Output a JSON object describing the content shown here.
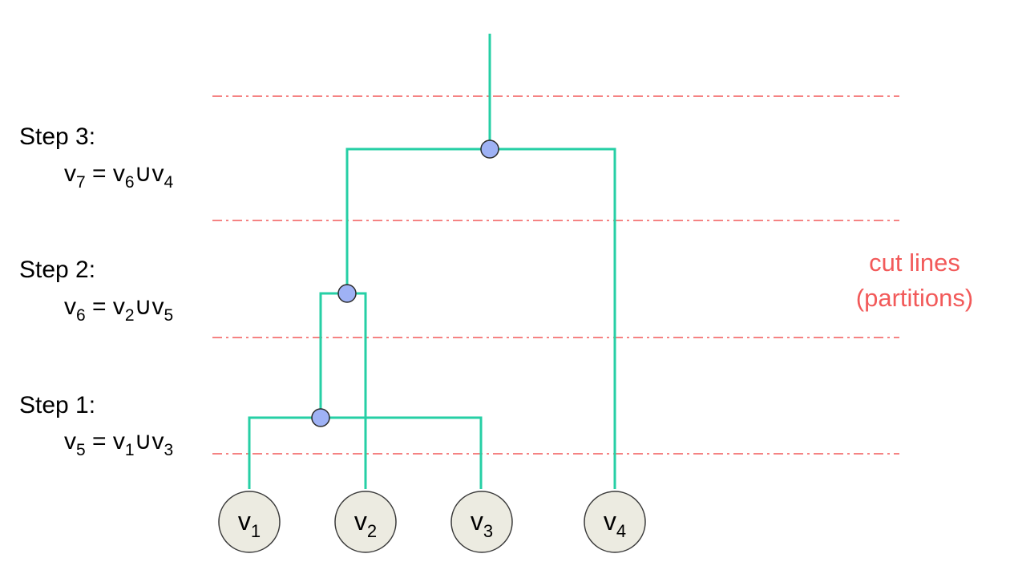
{
  "colors": {
    "edge": "#26cfa5",
    "cut_line": "#f25a5a",
    "merge_point": "#9fb2f5",
    "merge_point_stroke": "#2b2b2b",
    "leaf_fill": "#ecebe1",
    "leaf_stroke": "#3a3a3a",
    "text": "#000000"
  },
  "steps": [
    {
      "title": "Step 3:",
      "lhs": "v",
      "lhs_sub": "7",
      "eq": " = ",
      "a": "v",
      "a_sub": "6",
      "union": "∪",
      "b": "v",
      "b_sub": "4"
    },
    {
      "title": "Step 2:",
      "lhs": "v",
      "lhs_sub": "6",
      "eq": " = ",
      "a": "v",
      "a_sub": "2",
      "union": "∪",
      "b": "v",
      "b_sub": "5"
    },
    {
      "title": "Step 1:",
      "lhs": "v",
      "lhs_sub": "5",
      "eq": " = ",
      "a": "v",
      "a_sub": "1",
      "union": "∪",
      "b": "v",
      "b_sub": "3"
    }
  ],
  "cut_label": {
    "line1": "cut lines",
    "line2": "(partitions)"
  },
  "leaves": [
    {
      "letter": "v",
      "sub": "1"
    },
    {
      "letter": "v",
      "sub": "2"
    },
    {
      "letter": "v",
      "sub": "3"
    },
    {
      "letter": "v",
      "sub": "4"
    }
  ],
  "merges": [
    {
      "name": "merge-v5",
      "joins": [
        "v1",
        "v3"
      ]
    },
    {
      "name": "merge-v6",
      "joins": [
        "v2",
        "v5"
      ]
    },
    {
      "name": "merge-v7",
      "joins": [
        "v6",
        "v4"
      ]
    }
  ]
}
